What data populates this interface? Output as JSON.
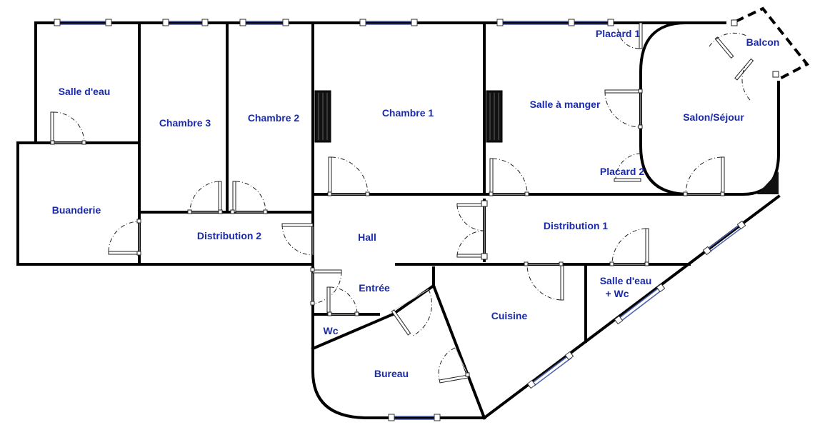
{
  "rooms": {
    "salle_eau_1": "Salle d'eau",
    "chambre_3": "Chambre 3",
    "chambre_2": "Chambre 2",
    "chambre_1": "Chambre 1",
    "salle_a_manger": "Salle à manger",
    "placard_1": "Placard 1",
    "placard_2": "Placard 2",
    "balcon": "Balcon",
    "salon": "Salon/Séjour",
    "buanderie": "Buanderie",
    "distribution_2": "Distribution 2",
    "hall": "Hall",
    "distribution_1": "Distribution 1",
    "entree": "Entrée",
    "wc": "Wc",
    "cuisine": "Cuisine",
    "salle_eau_2_line1": "Salle d'eau",
    "salle_eau_2_line2": "+ Wc",
    "bureau": "Bureau"
  },
  "colors": {
    "label": "#1a2aa8",
    "wall": "#000000",
    "window": "#4a5fb0"
  }
}
